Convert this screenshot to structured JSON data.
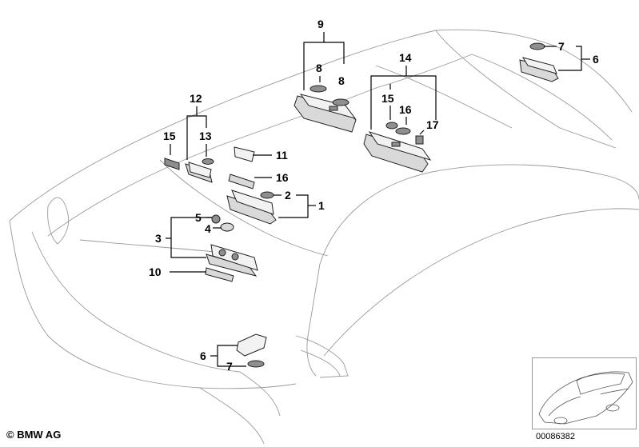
{
  "callouts": {
    "c1": "1",
    "c2": "2",
    "c3": "3",
    "c4": "4",
    "c5": "5",
    "c6a": "6",
    "c6b": "6",
    "c7a": "7",
    "c7b": "7",
    "c8a": "8",
    "c8b": "8",
    "c9": "9",
    "c10": "10",
    "c11": "11",
    "c12": "12",
    "c13": "13",
    "c14": "14",
    "c15a": "15",
    "c15b": "15",
    "c16a": "16",
    "c16b": "16",
    "c17": "17"
  },
  "footer": {
    "copyright": "© BMW AG",
    "document_number": "00086382"
  },
  "colors": {
    "outline": "#9a9a9a",
    "lines": "#000000",
    "part_fill": "#d9d9d9"
  }
}
